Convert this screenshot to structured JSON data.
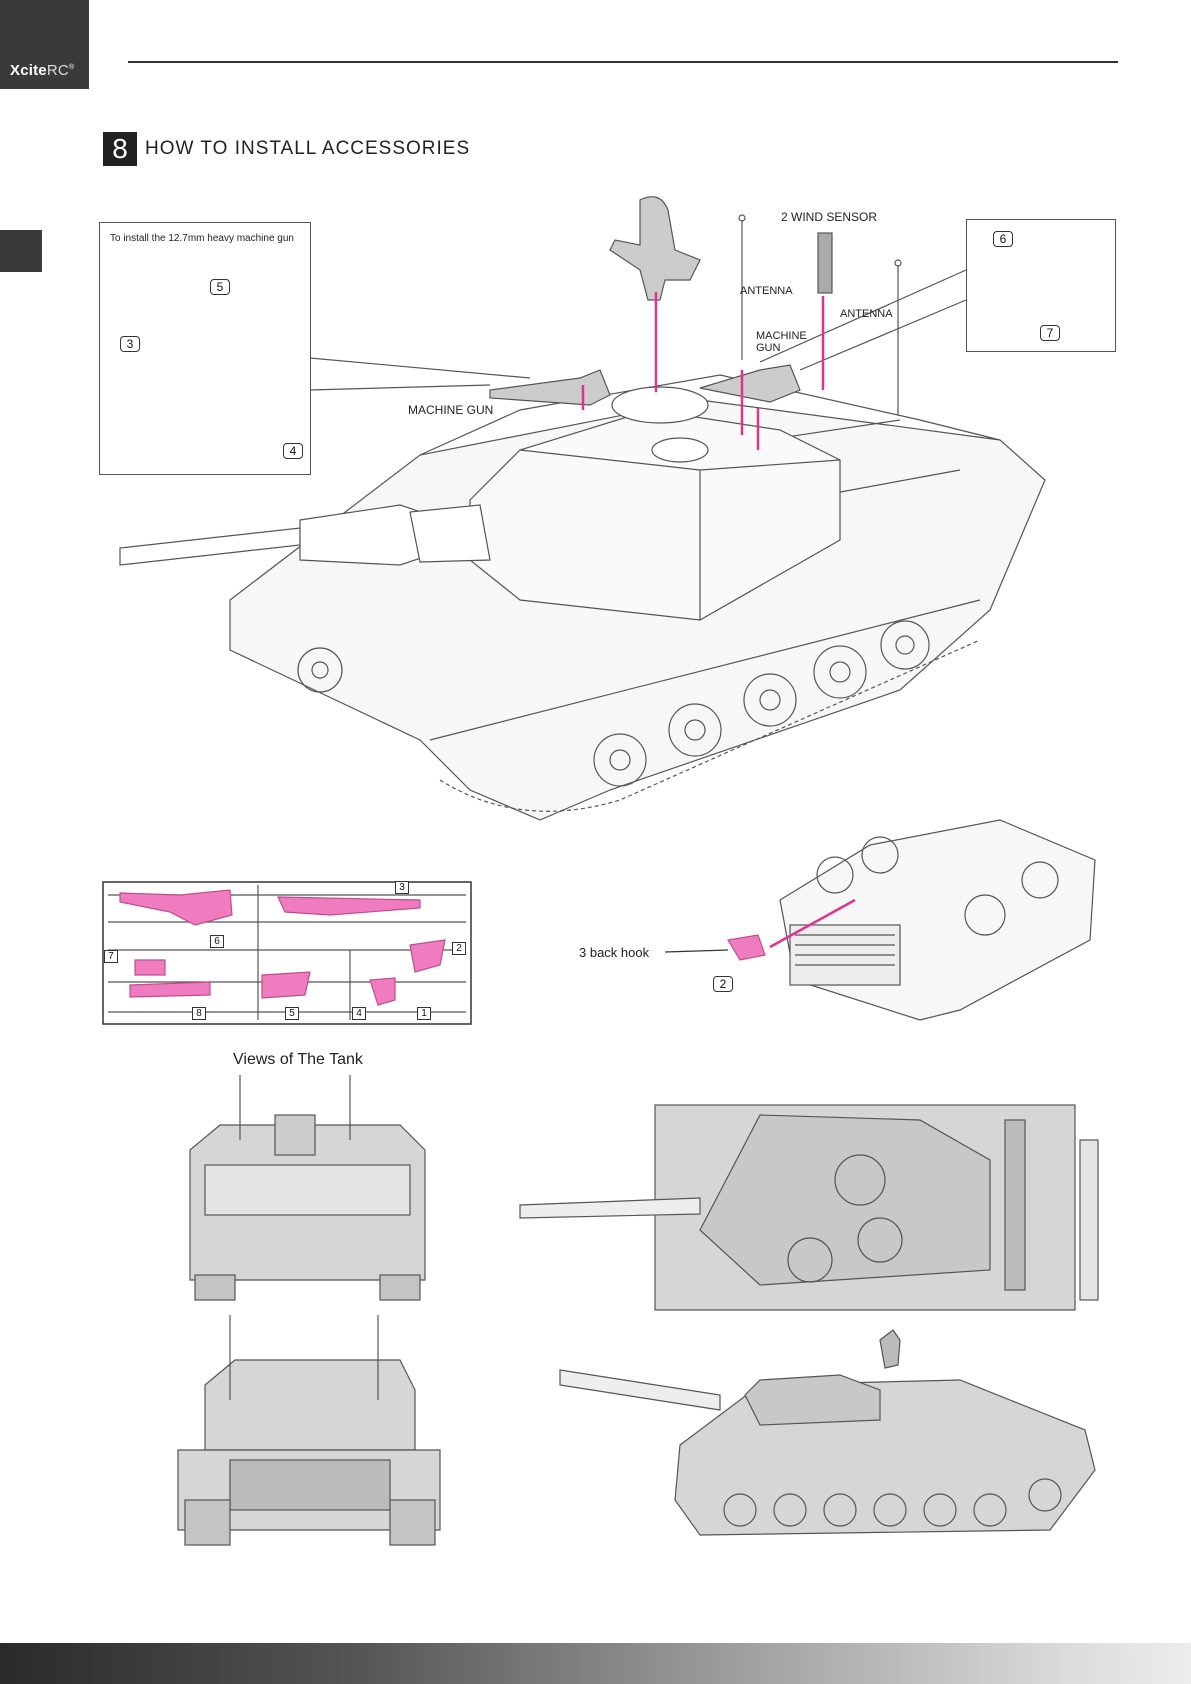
{
  "brand": {
    "logo_bold": "Xcite",
    "logo_light": "RC",
    "logo_mark": "®"
  },
  "section": {
    "number": "8",
    "title": "HOW TO INSTALL ACCESSORIES"
  },
  "inset_left": {
    "title": "To install the 12.7mm heavy machine gun",
    "callouts": [
      "5",
      "3",
      "4"
    ]
  },
  "inset_right": {
    "callouts": [
      "6",
      "7"
    ]
  },
  "main_labels": {
    "wind_sensor": "2 WIND SENSOR",
    "antenna_left": "ANTENNA",
    "antenna_right": "ANTENNA",
    "machine_gun_upper_1": "MACHINE",
    "machine_gun_upper_2": "GUN",
    "machine_gun_left": "MACHINE GUN"
  },
  "sprue": {
    "numbers": [
      "3",
      "6",
      "2",
      "7",
      "8",
      "5",
      "4",
      "1"
    ]
  },
  "back_hook": {
    "label": "3 back hook",
    "callout": "2"
  },
  "views": {
    "title": "Views of The Tank"
  },
  "colors": {
    "accent_magenta": "#e0338f",
    "part_pink": "#f07cc0",
    "line_gray": "#555555",
    "panel_gray": "#d6d6d6"
  }
}
